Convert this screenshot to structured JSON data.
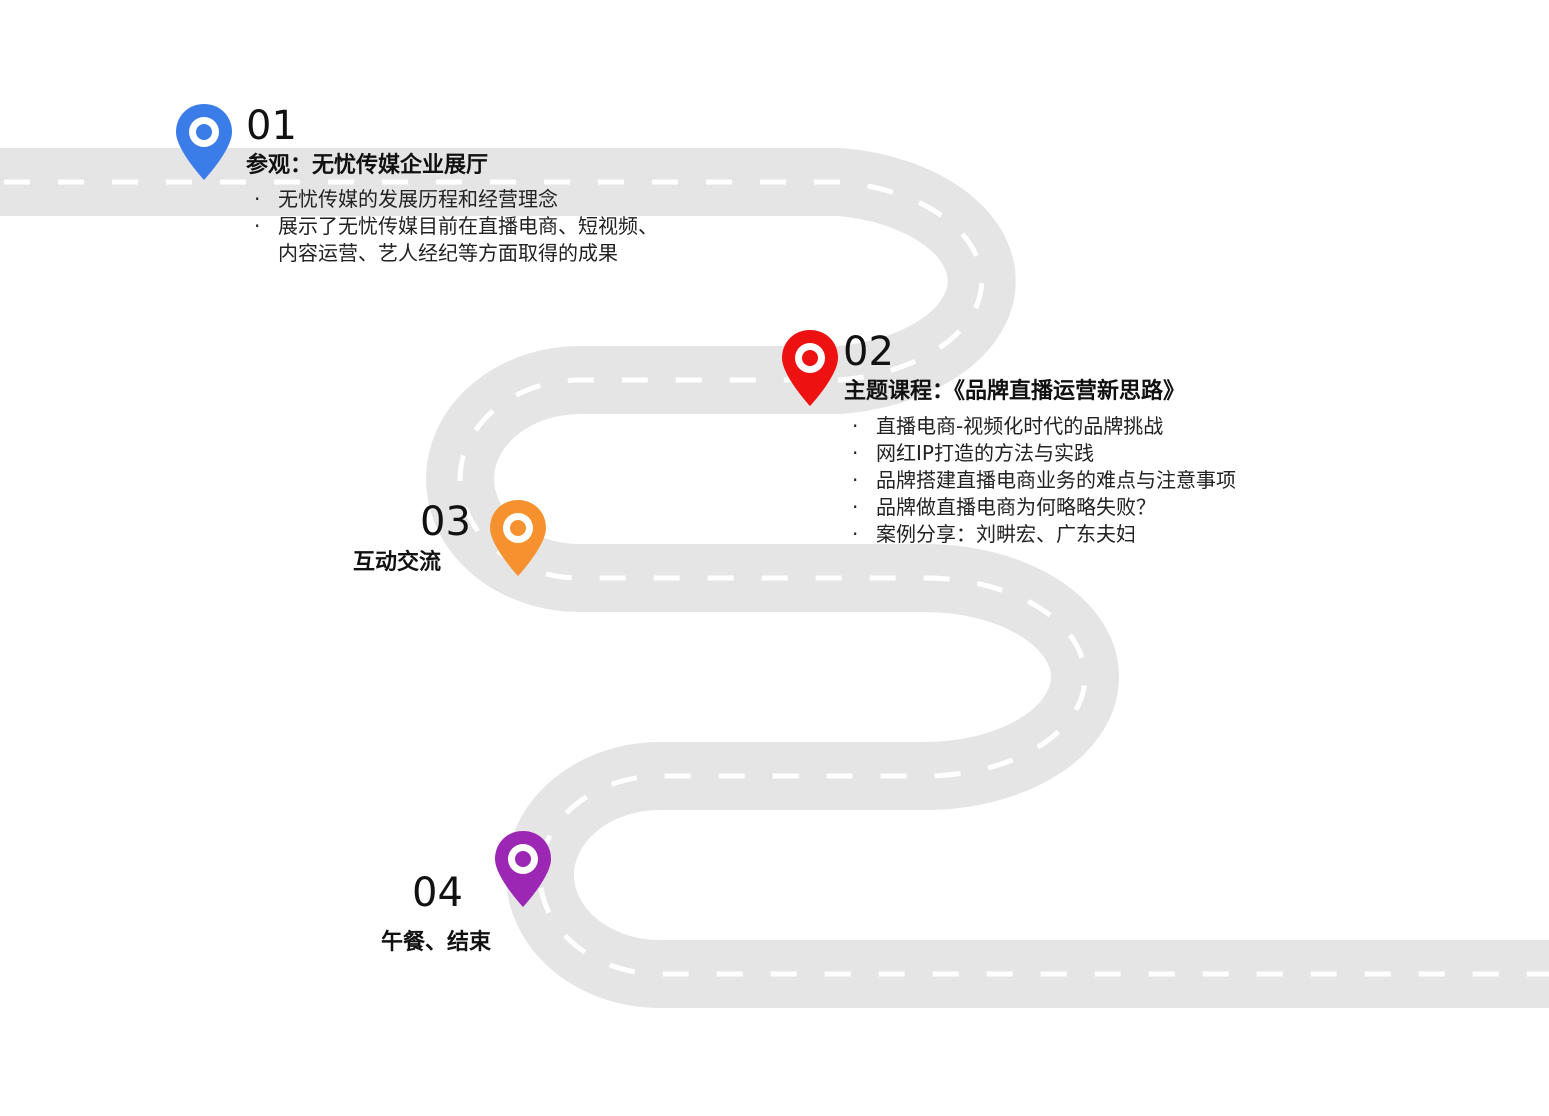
{
  "colors": {
    "road": "#e5e5e5",
    "lane": "#ffffff",
    "pin_01": "#3b7de8",
    "pin_02": "#ee1111",
    "pin_03": "#f5922f",
    "pin_04": "#9b27b4"
  },
  "stops": [
    {
      "number": "01",
      "title": "参观：无忧传媒企业展厅",
      "bullets": [
        "无忧传媒的发展历程和经营理念",
        "展示了无忧传媒目前在直播电商、短视频、内容运营、艺人经纪等方面取得的成果"
      ]
    },
    {
      "number": "02",
      "title": "主题课程：《品牌直播运营新思路》",
      "bullets": [
        "直播电商-视频化时代的品牌挑战",
        "网红IP打造的方法与实践",
        "品牌搭建直播电商业务的难点与注意事项",
        "品牌做直播电商为何略略失败？",
        "案例分享：刘畊宏、广东夫妇"
      ]
    },
    {
      "number": "03",
      "title": "互动交流"
    },
    {
      "number": "04",
      "title": "午餐、结束"
    }
  ],
  "bullet_marker": "·"
}
